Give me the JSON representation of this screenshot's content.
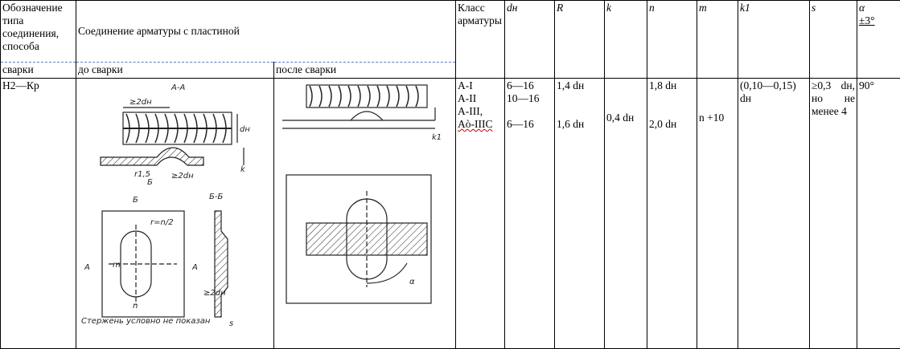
{
  "header": {
    "designation": "Обозначение типа соединения, способа",
    "designation_cont": "сварки",
    "connection": "Соединение арматуры с пластиной",
    "before": "до сварки",
    "after": "после сварки",
    "rebar_class": "Класс арматуры",
    "dn": "dн",
    "R": "R",
    "k": "k",
    "n": "n",
    "m": "m",
    "k1": "k1",
    "s": "s",
    "alpha": "α",
    "alpha_tol": "±3°"
  },
  "row": {
    "type": "Н2—Кр",
    "classes": [
      "А-I",
      "А-II",
      "А-III,",
      "Аò-IIIС"
    ],
    "dn": [
      "6—16",
      "10—16",
      "",
      "6—16"
    ],
    "R": [
      "1,4 dн",
      "",
      "",
      "1,6 dн"
    ],
    "k": "0,4 dн",
    "n": [
      "1,8 dн",
      "",
      "",
      "2,0 dн"
    ],
    "m": "n +10",
    "k1": "(0,10—0,15) dн",
    "s": "≥0,3 dн, но не менее 4",
    "alpha": "90°"
  },
  "drawing_labels": {
    "section_aa": "А-А",
    "section_bb": "Б-Б",
    "ge2dn": "≥2dн",
    "dn": "dн",
    "k": "k",
    "r15": "r1,5",
    "b": "Б",
    "a": "А",
    "r_n2": "r=n/2",
    "m": "m",
    "n": "n",
    "s": "s",
    "rod_note": "Стержень условно не показан",
    "k1": "k1",
    "alpha": "α"
  }
}
